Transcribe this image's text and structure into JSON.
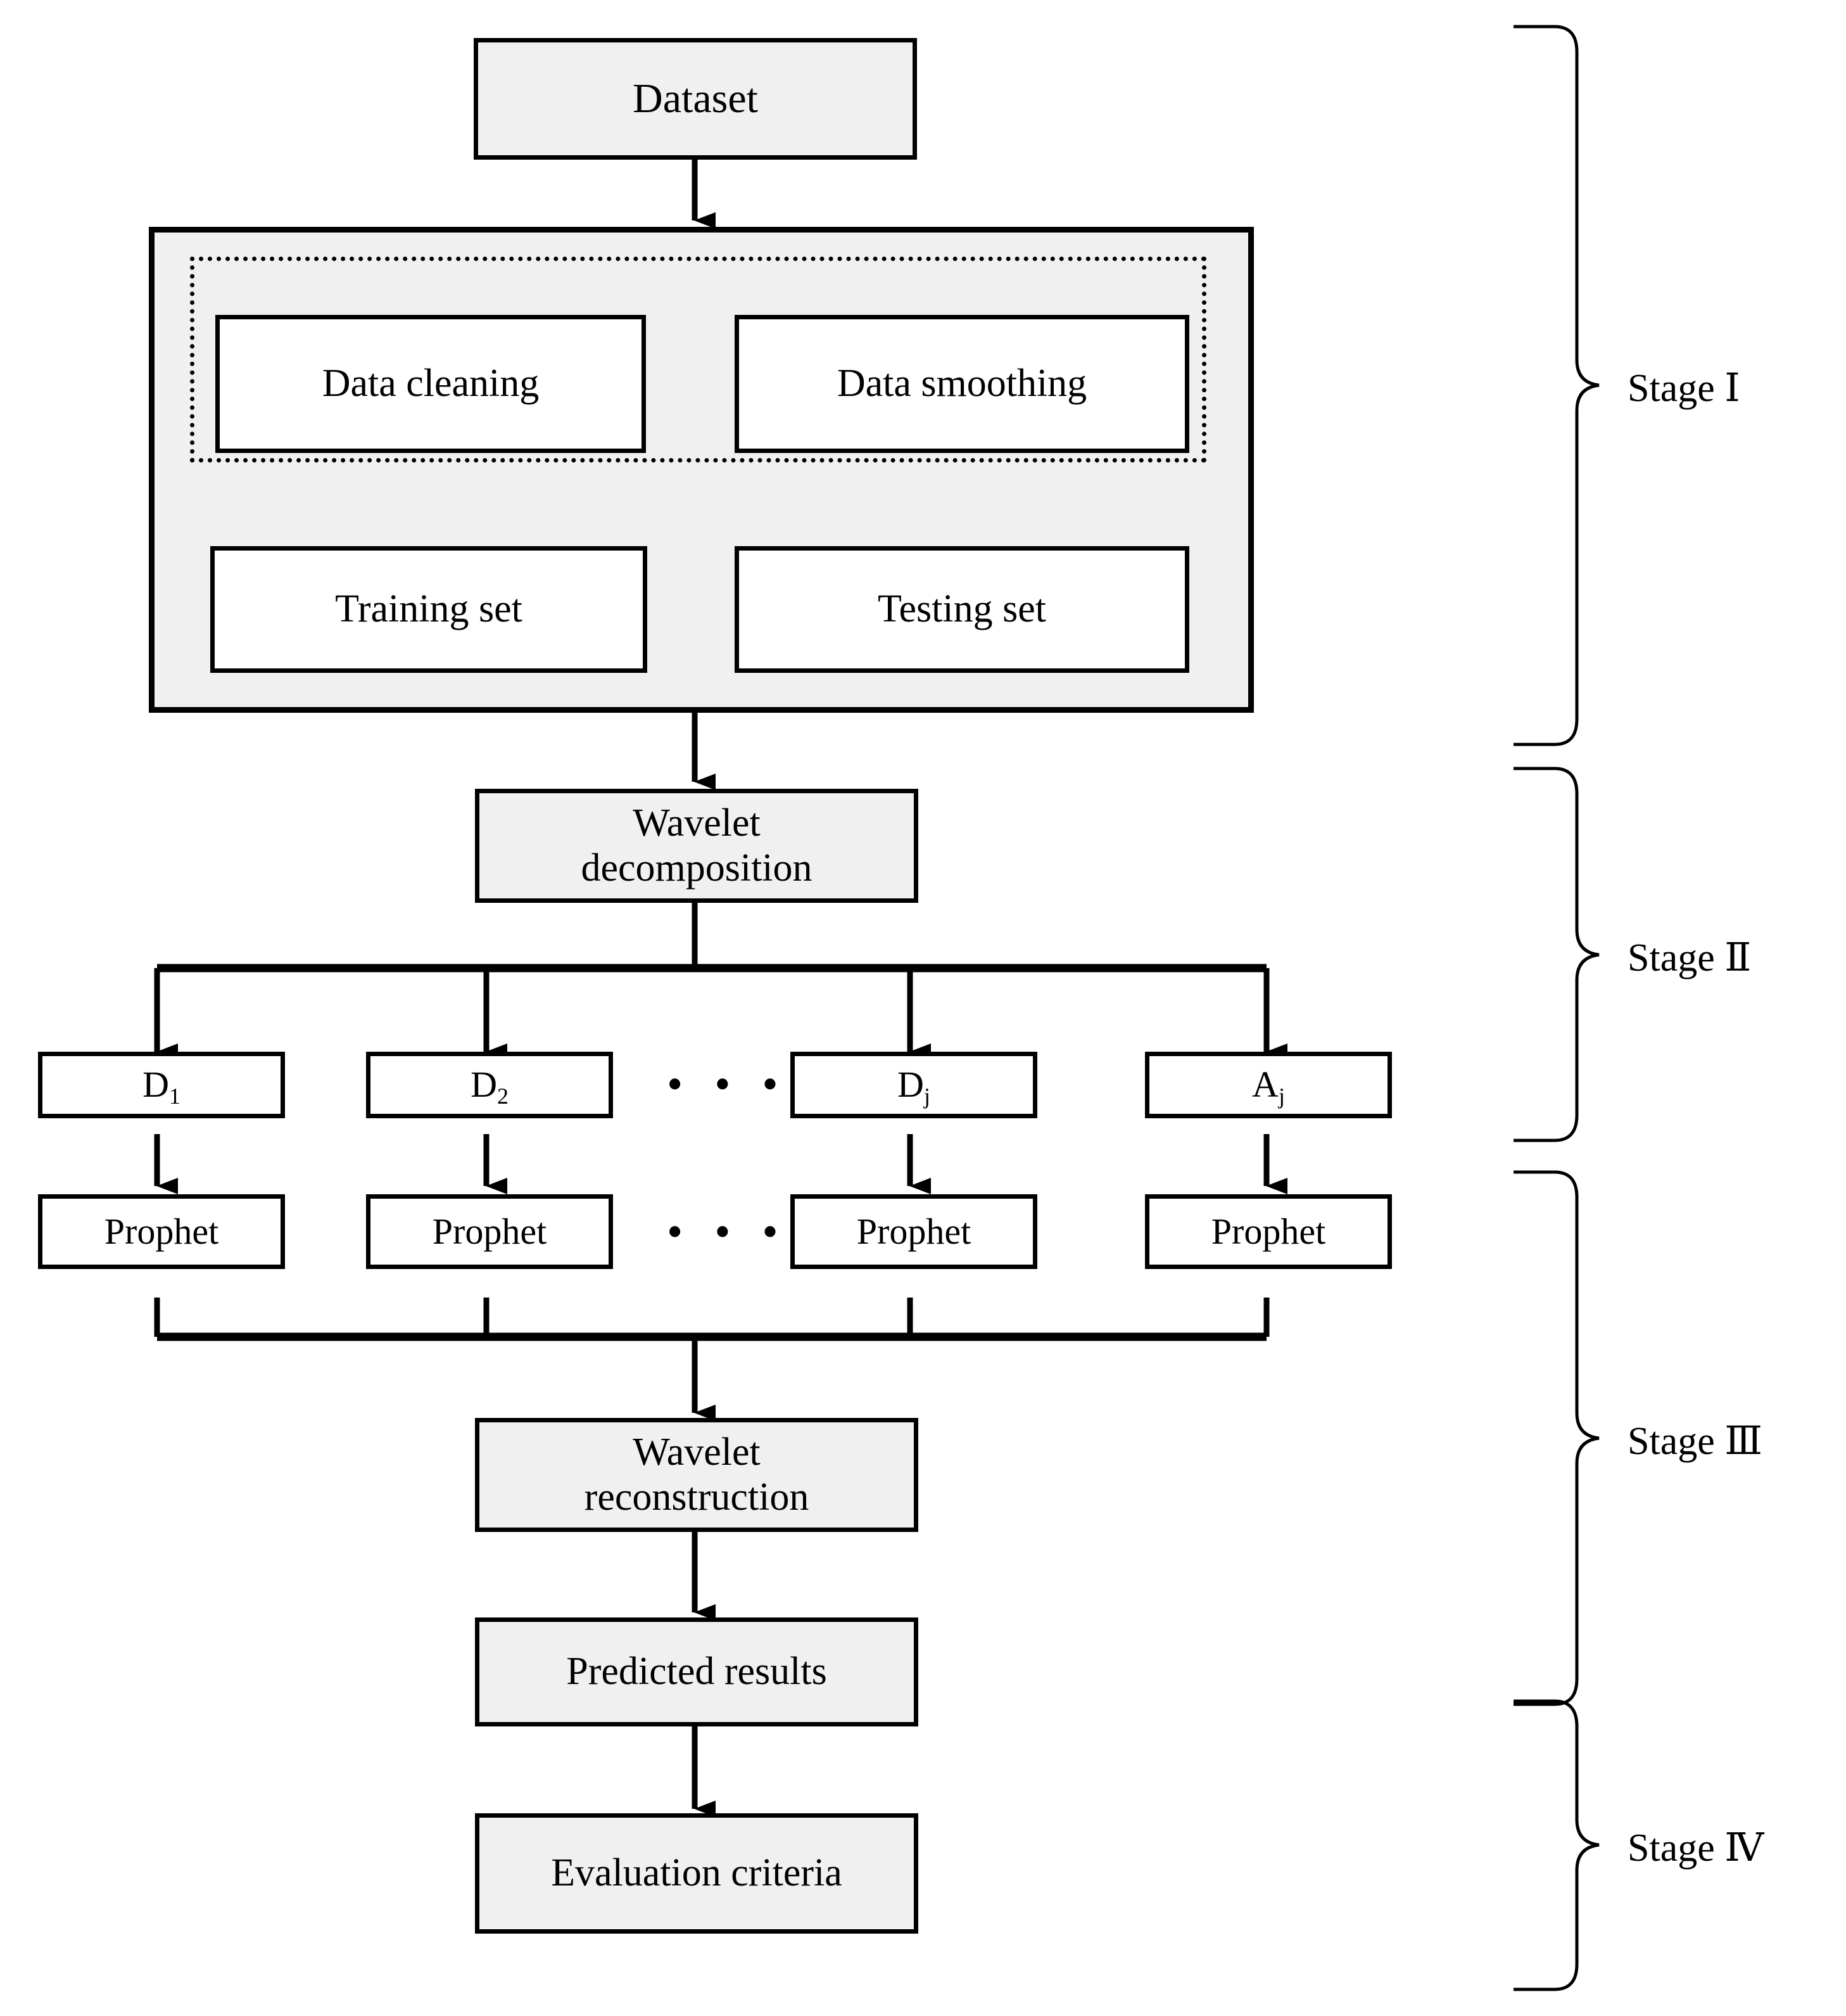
{
  "diagram": {
    "title": "Wavelet-Prophet hybrid forecasting framework flowchart",
    "colors": {
      "box_fill_gray": "#f0f0f0",
      "box_fill_white": "#ffffff",
      "stroke": "#000000",
      "background": "#ffffff"
    }
  },
  "nodes": {
    "dataset": "Dataset",
    "data_cleaning": "Data cleaning",
    "data_smoothing": "Data smoothing",
    "training_set": "Training set",
    "testing_set": "Testing set",
    "wavelet_decomposition_line1": "Wavelet",
    "wavelet_decomposition_line2": "decomposition",
    "wavelet_reconstruction_line1": "Wavelet",
    "wavelet_reconstruction_line2": "reconstruction",
    "predicted_results": "Predicted results",
    "evaluation_criteria": "Evaluation criteria"
  },
  "components": {
    "labels": [
      "D",
      "D",
      "D",
      "A"
    ],
    "subscripts": [
      "1",
      "2",
      "j",
      "j"
    ],
    "d1_base": "D",
    "d1_sub": "1",
    "d2_base": "D",
    "d2_sub": "2",
    "dj_base": "D",
    "dj_sub": "j",
    "aj_base": "A",
    "aj_sub": "j"
  },
  "models": {
    "prophet_1": "Prophet",
    "prophet_2": "Prophet",
    "prophet_3": "Prophet",
    "prophet_4": "Prophet"
  },
  "ellipsis": {
    "components_row": "• • •",
    "models_row": "• • •"
  },
  "stages": {
    "stage_1": "Stage Ⅰ",
    "stage_2": "Stage Ⅱ",
    "stage_3": "Stage Ⅲ",
    "stage_4": "Stage Ⅳ"
  }
}
